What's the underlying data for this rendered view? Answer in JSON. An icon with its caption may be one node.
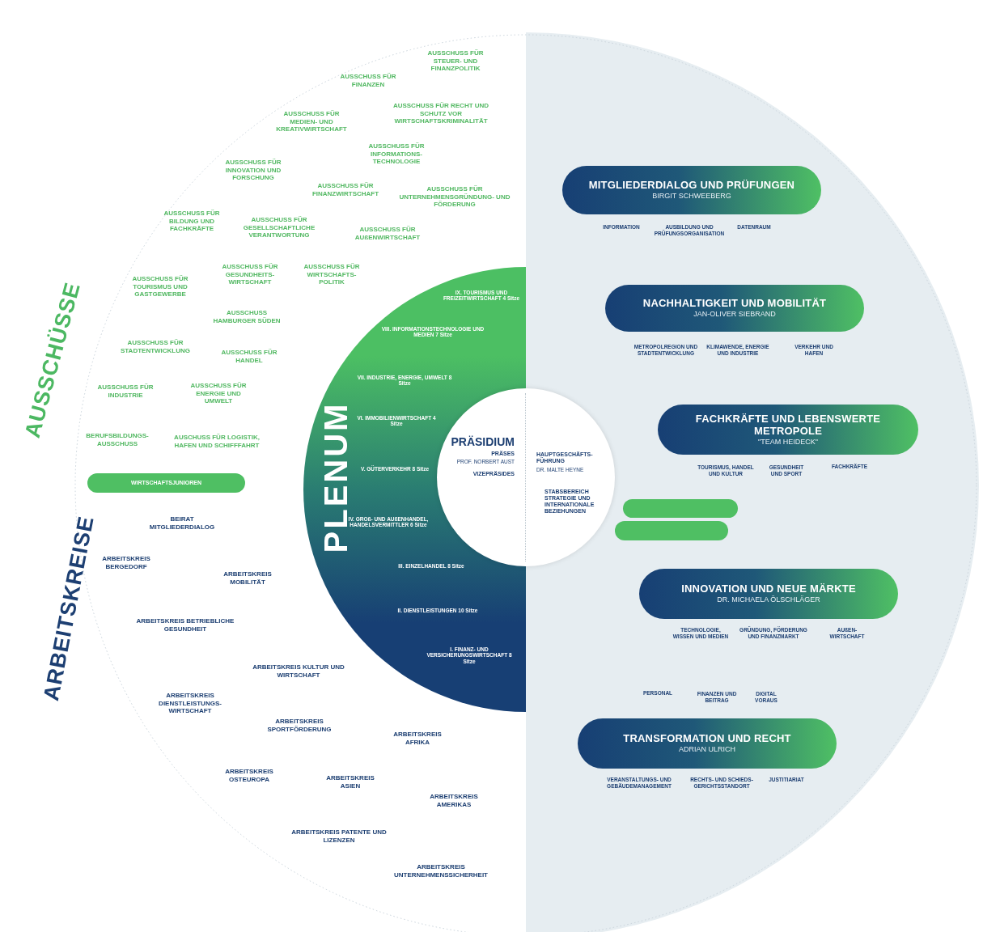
{
  "diagram": {
    "nodes": [
      {
        "text": [
          "PLENUM",
          "IX. TOURISMUS UND FREIZEITWIRTSCHAFT 4 Sitze",
          "VIII. INFORMATIONSTECHNOLOGIE UND MEDIEN 7 Sitze",
          "VII. INDUSTRIE, ENERGIE, UMWELT 8 Sitze",
          "VI. IMMOBILIENWIRTSCHAFT 4 Sitze",
          "V. GÜTERVERKEHR 8 Sitze",
          "IV. GROß- UND AUßENHANDEL, HANDELSVERMITTLER 6 Sitze",
          "III. EINZELHANDEL 8 Sitze",
          "II. DIENSTLEISTUNGEN 10 Sitze",
          "I. FINANZ- UND VERSICHERUNGSWIRTSCHAFT 8 Sitze"
        ]
      },
      {
        "text": [
          "PRÄSIDIUM",
          "PRÄSES",
          "PROF. NORBERT AUST",
          "VIZEPRÄSIDES",
          "HAUPTGESCHÄFTS- FÜHRUNG",
          "DR. MALTE HEYNE",
          "STABSBEREICH STRATEGIE UND INTERNATIONALE BEZIEHUNGEN"
        ]
      },
      {
        "text": [
          "WIRTSCHAFTSJUNIOREN"
        ]
      },
      {
        "text": [
          "MITGLIEDERDIALOG UND PRÜFUNGEN",
          "BIRGIT SCHWEEBERG"
        ]
      },
      {
        "text": [
          "NACHHALTIGKEIT UND MOBILITÄT",
          "JAN-OLIVER SIEBRAND"
        ]
      },
      {
        "text": [
          "FACHKRÄFTE UND LEBENSWERTE METROPOLE",
          "\"TEAM HEIDECK\""
        ]
      },
      {
        "text": [],
        "shape": "box"
      },
      {
        "text": [],
        "shape": "box"
      },
      {
        "text": [
          "INNOVATION UND NEUE MÄRKTE",
          "DR. MICHAELA ÖLSCHLÄGER"
        ]
      },
      {
        "text": [
          "TRANSFORMATION UND RECHT",
          "ADRIAN ULRICH"
        ]
      }
    ],
    "labels": [
      "AUSSCHUSS FÜR STEUER- UND FINANZPOLITIK",
      "AUSSCHUSS FÜR FINANZEN",
      "AUSSCHUSS FÜR MEDIEN- UND KREATIVWIRTSCHAFT",
      "AUSSCHUSS FÜR RECHT UND SCHUTZ VOR WIRTSCHAFTSKRIMINALITÄT",
      "AUSSCHUSS FÜR INFORMATIONS- TECHNOLOGIE",
      "AUSSCHUSS FÜR INNOVATION UND FORSCHUNG",
      "AUSSCHUSS FÜR FINANZWIRTSCHAFT",
      "AUSSCHUSS FÜR UNTERNEHMENSGRÜNDUNG- UND FÖRDERUNG",
      "AUSSCHUSS FÜR BILDUNG UND FACHKRÄFTE",
      "AUSSCHUSS FÜR GESELLSCHAFTLICHE VERANTWORTUNG",
      "AUSSCHUSS FÜR AUßENWIRTSCHAFT",
      "AUSSCHÜSSE",
      "AUSSCHUSS FÜR GESUNDHEITS- WIRTSCHAFT",
      "AUSSCHUSS FÜR WIRTSCHAFTS- POLITIK",
      "AUSSCHUSS FÜR TOURISMUS UND GASTGEWERBE",
      "AUSSCHUSS HAMBURGER SÜDEN",
      "AUSSCHUSS FÜR STADTENTWICKLUNG",
      "AUSSCHUSS FÜR HANDEL",
      "AUSSCHUSS FÜR INDUSTRIE",
      "AUSSCHUSS FÜR ENERGIE UND UMWELT",
      "BERUFSBILDUNGS- AUSSCHUSS",
      "AUSCHUSS FÜR LOGISTIK, HAFEN UND SCHIFFFAHRT",
      "ARBEITSKREISE",
      "BEIRAT MITGLIEDERDIALOG",
      "ARBEITSKREIS BERGEDORF",
      "ARBEITSKREIS MOBILITÄT",
      "ARBEITSKREIS BETRIEBLICHE GESUNDHEIT",
      "ARBEITSKREIS KULTUR UND WIRTSCHAFT",
      "ARBEITSKREIS DIENSTLEISTUNGS- WIRTSCHAFT",
      "ARBEITSKREIS SPORTFÖRDERUNG",
      "ARBEITSKREIS AFRIKA",
      "ARBEITSKREIS OSTEUROPA",
      "ARBEITSKREIS ASIEN",
      "ARBEITSKREIS AMERIKAS",
      "ARBEITSKREIS PATENTE UND LIZENZEN",
      "ARBEITSKREIS UNTERNEHMENSSICHERHEIT",
      "INFORMATION",
      "AUSBILDUNG UND PRÜFUNGSORGANISATION",
      "DATENRAUM",
      "METROPOLREGION UND STADTENTWICKLUNG",
      "KLIMAWENDE, ENERGIE UND INDUSTRIE",
      "VERKEHR UND HAFEN",
      "TOURISMUS, HANDEL UND KULTUR",
      "GESUNDHEIT UND SPORT",
      "FACHKRÄFTE",
      "TECHNOLOGIE, WISSEN UND MEDIEN",
      "GRÜNDUNG, FÖRDERUNG UND FINANZMARKT",
      "AUßEN- WIRTSCHAFT",
      "PERSONAL",
      "FINANZEN UND BEITRAG",
      "DIGITAL VORAUS",
      "VERANSTALTUNGS- UND GEBÄUDEMANAGEMENT",
      "RECHTS- UND SCHIEDS- GERICHTSSTANDORT",
      "JUSTITIARIAT"
    ]
  }
}
